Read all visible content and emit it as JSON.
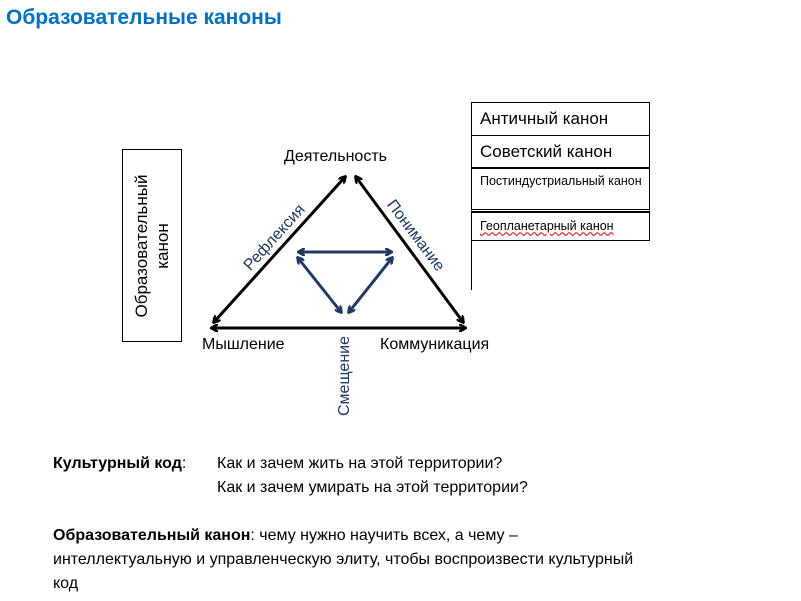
{
  "title": "Образовательные каноны",
  "left_box": {
    "line1": "Образовательный",
    "line2": "канон"
  },
  "canons": [
    "Античный канон",
    "Советский канон",
    "Постиндустриальный канон",
    "Геопланетарный канон"
  ],
  "diagram": {
    "top": "Деятельность",
    "left": "Мышление",
    "right": "Коммуникация",
    "left_edge": "Рефлексия",
    "right_edge": "Понимание",
    "bottom_edge": "Смещение"
  },
  "culture_code": {
    "label": "Культурный код",
    "colon": ":",
    "line1": "Как  и зачем жить на этой территории?",
    "line2": "Как и зачем умирать на этой территории?"
  },
  "canon_def": {
    "label": "Образовательный канон",
    "text": ": чему нужно научить всех, а чему – интеллектуальную и управленческую элиту, чтобы воспроизвести культурный код"
  },
  "colors": {
    "title": "#0070c0",
    "inner_arrows": "#1f3864"
  }
}
